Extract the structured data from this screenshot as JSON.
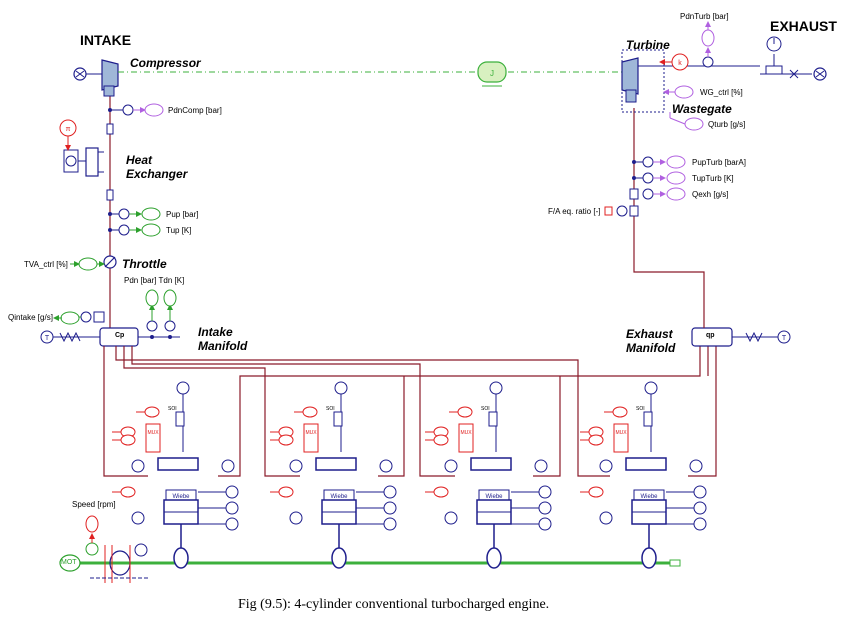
{
  "labels": {
    "intake": "INTAKE",
    "exhaust": "EXHAUST",
    "compressor": "Compressor",
    "turbine": "Turbine",
    "wastegate": "Wastegate",
    "heat_exchanger_1": "Heat",
    "heat_exchanger_2": "Exchanger",
    "throttle": "Throttle",
    "intake_manifold_1": "Intake",
    "intake_manifold_2": "Manifold",
    "exhaust_manifold_1": "Exhaust",
    "exhaust_manifold_2": "Manifold"
  },
  "signals": {
    "pdn_comp": "PdnComp [bar]",
    "pdn_turb": "PdnTurb [bar]",
    "wg_ctrl": "WG_ctrl [%]",
    "qturb": "Qturb [g/s]",
    "pup": "Pup [bar]",
    "tup": "Tup [K]",
    "pup_turb": "PupTurb [barA]",
    "tup_turb": "TupTurb [K]",
    "qexh": "Qexh [g/s]",
    "fa_ratio": "F/A eq. ratio [-]",
    "tva_ctrl": "TVA_ctrl [%]",
    "pdn_tdn": "Pdn [bar] Tdn [K]",
    "qintake": "Qintake [g/s]",
    "speed": "Speed [rpm]"
  },
  "block_text": {
    "cp": "Cp",
    "qp": "qp",
    "wiebe": "Wiebe",
    "mux": "MUX",
    "soi": "SOI",
    "mot": "MOT"
  },
  "cylinders": [
    {
      "id": 1
    },
    {
      "id": 2
    },
    {
      "id": 3
    },
    {
      "id": 4
    }
  ],
  "caption": "Fig (9.5): 4-cylinder conventional turbocharged engine.",
  "colors": {
    "line_navy": "#1e1e8c",
    "line_dark_red": "#8b1a2a",
    "sensor_purple": "#b060e0",
    "sensor_green": "#2ca02c",
    "sensor_red": "#e02020",
    "shaft_green": "#3cb03c"
  }
}
